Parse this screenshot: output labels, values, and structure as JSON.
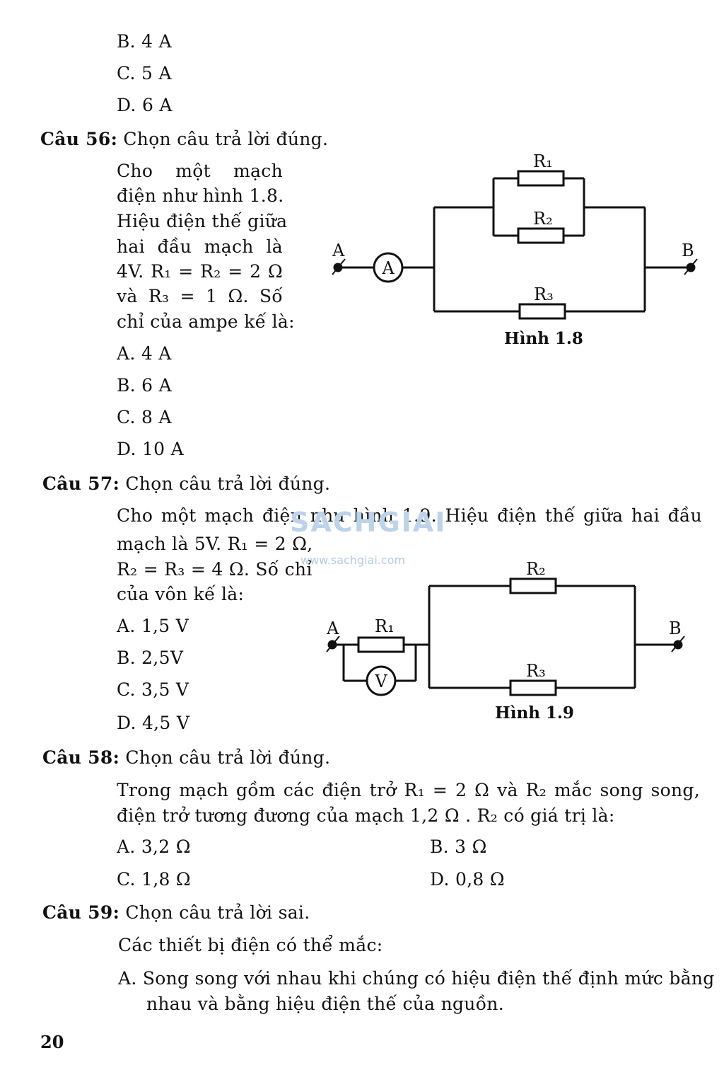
{
  "prev_options": [
    "B. 4 A",
    "C. 5 A",
    "D. 6 A"
  ],
  "q56": {
    "label": "Câu 56:",
    "prompt": "Chọn câu trả lời đúng.",
    "body": [
      "Cho một mạch",
      "điện như hình 1.8.",
      "Hiệu điện thế giữa",
      "hai đầu mạch là",
      "4V. R₁ = R₂ = 2 Ω",
      "và R₃ = 1 Ω. Số",
      "chỉ của ampe kế là:"
    ],
    "options": [
      "A. 4 A",
      "B. 6 A",
      "C. 8 A",
      "D. 10 A"
    ],
    "figure": {
      "caption": "Hình 1.8",
      "node_a": "A",
      "node_b": "B",
      "meter": "A",
      "r1": "R₁",
      "r2": "R₂",
      "r3": "R₃"
    }
  },
  "q57": {
    "label": "Câu 57:",
    "prompt": "Chọn câu trả lời đúng.",
    "body_line1": "Cho một mạch điện như hình 1.9. Hiệu điện thế giữa hai đầu",
    "body": [
      "mạch là 5V. R₁ = 2 Ω,",
      "R₂ = R₃ = 4 Ω. Số chỉ",
      "của vôn kế là:"
    ],
    "options": [
      "A. 1,5 V",
      "B. 2,5V",
      "C. 3,5 V",
      "D. 4,5 V"
    ],
    "figure": {
      "caption": "Hình 1.9",
      "node_a": "A",
      "node_b": "B",
      "meter": "V",
      "r1": "R₁",
      "r2": "R₂",
      "r3": "R₃"
    }
  },
  "q58": {
    "label": "Câu 58:",
    "prompt": "Chọn câu trả lời đúng.",
    "body": [
      "Trong mạch gồm các điện trở R₁ = 2 Ω và R₂ mắc song song,",
      "điện trở tương đương của mạch 1,2 Ω . R₂ có giá trị là:"
    ],
    "options": [
      "A. 3,2 Ω",
      "B. 3 Ω",
      "C. 1,8 Ω",
      "D.  0,8 Ω"
    ]
  },
  "q59": {
    "label": "Câu 59:",
    "prompt": "Chọn câu trả lời sai.",
    "body": "Các thiết bị điện có thể mắc:",
    "option_a": [
      "A. Song song với nhau khi chúng có hiệu điện thế định mức bằng",
      "nhau và bằng hiệu điện thế của nguồn."
    ]
  },
  "watermark": {
    "brand": "SACHGIAI",
    "url": "www.sachgiai.com"
  },
  "page_number": "20"
}
